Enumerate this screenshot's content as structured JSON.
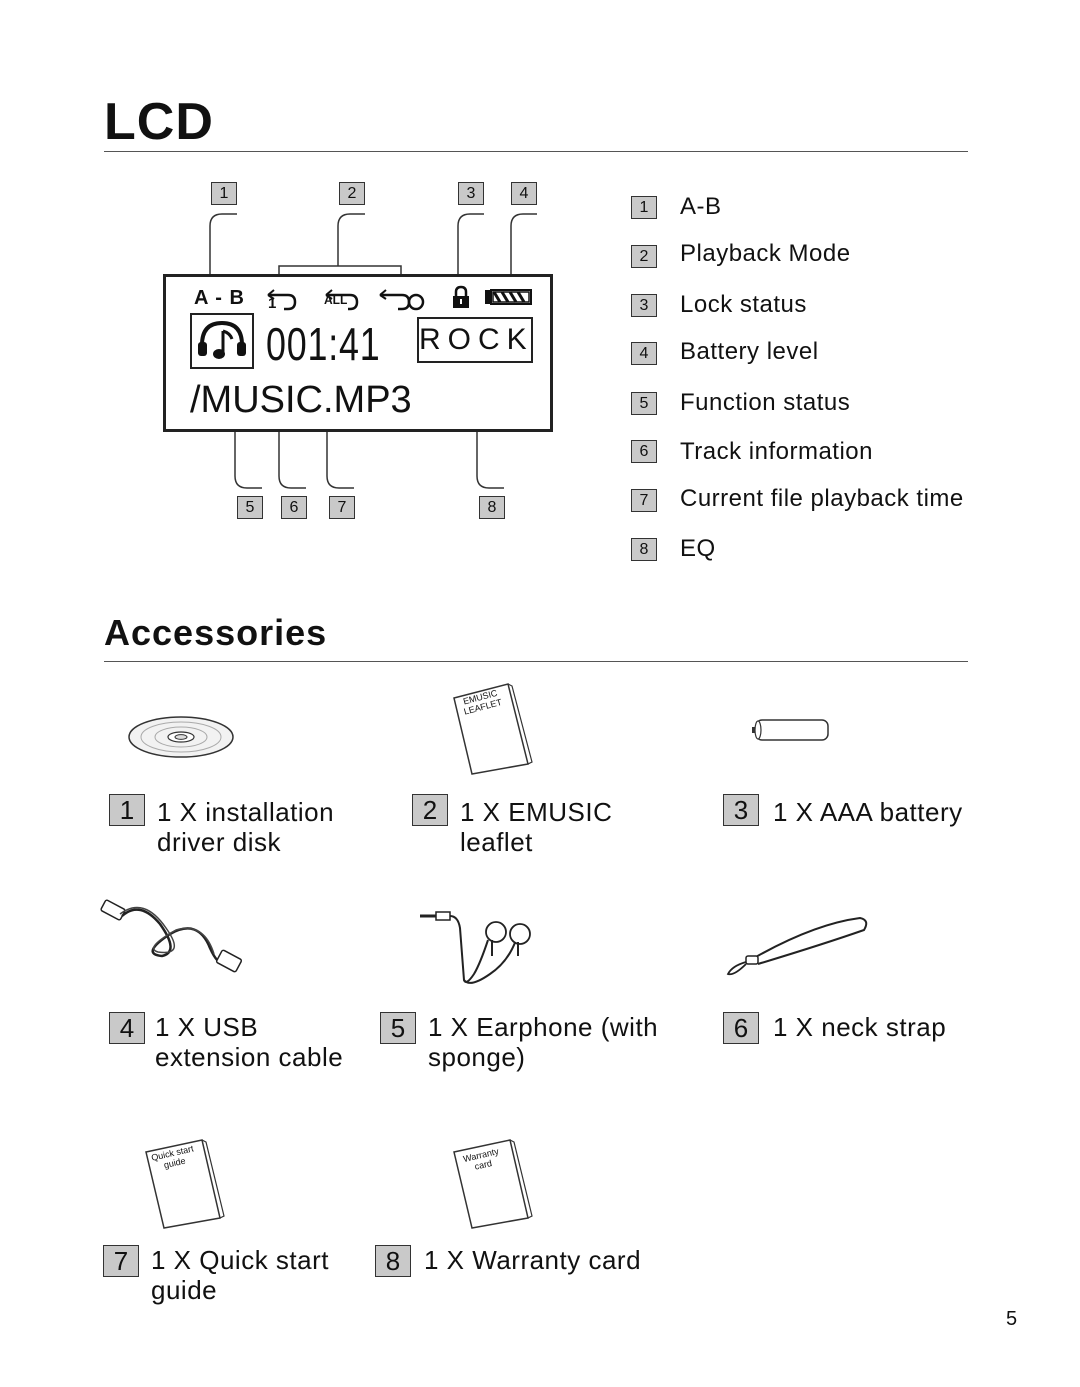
{
  "section_lcd": {
    "title": "LCD"
  },
  "lcd_display": {
    "ab_text": "A - B",
    "repeat_one": "1",
    "repeat_all": "ALL",
    "time": "001:41",
    "eq": "ROCK",
    "track": "/MUSIC.MP3"
  },
  "callouts_top": [
    "1",
    "2",
    "3",
    "4"
  ],
  "callouts_bottom": [
    "5",
    "6",
    "7",
    "8"
  ],
  "legend": [
    {
      "num": "1",
      "label": "A-B"
    },
    {
      "num": "2",
      "label": "Playback Mode"
    },
    {
      "num": "3",
      "label": "Lock status"
    },
    {
      "num": "4",
      "label": "Battery level"
    },
    {
      "num": "5",
      "label": "Function status"
    },
    {
      "num": "6",
      "label": "Track information"
    },
    {
      "num": "7",
      "label": "Current file playback time"
    },
    {
      "num": "8",
      "label": "EQ"
    }
  ],
  "section_accessories": {
    "title": "Accessories"
  },
  "accessories": [
    {
      "num": "1",
      "line1": "1 X installation",
      "line2": "driver disk",
      "icon": "cd-icon"
    },
    {
      "num": "2",
      "line1": "1 X EMUSIC",
      "line2": "leaflet",
      "icon": "leaflet-icon",
      "icon_text": [
        "EMUSIC",
        "LEAFLET"
      ]
    },
    {
      "num": "3",
      "line1": "1 X AAA battery",
      "line2": "",
      "icon": "battery-icon"
    },
    {
      "num": "4",
      "line1": "1 X USB",
      "line2": "extension cable",
      "icon": "usb-cable-icon"
    },
    {
      "num": "5",
      "line1": "1 X Earphone (with",
      "line2": "sponge)",
      "icon": "earphone-icon"
    },
    {
      "num": "6",
      "line1": "1 X neck strap",
      "line2": "",
      "icon": "neck-strap-icon"
    },
    {
      "num": "7",
      "line1": "1 X Quick start",
      "line2": "guide",
      "icon": "quick-start-guide-icon",
      "icon_text": [
        "Quick start",
        "guide"
      ]
    },
    {
      "num": "8",
      "line1": "1 X Warranty card",
      "line2": "",
      "icon": "warranty-card-icon",
      "icon_text": [
        "Warranty",
        "card"
      ]
    }
  ],
  "page_number": "5"
}
